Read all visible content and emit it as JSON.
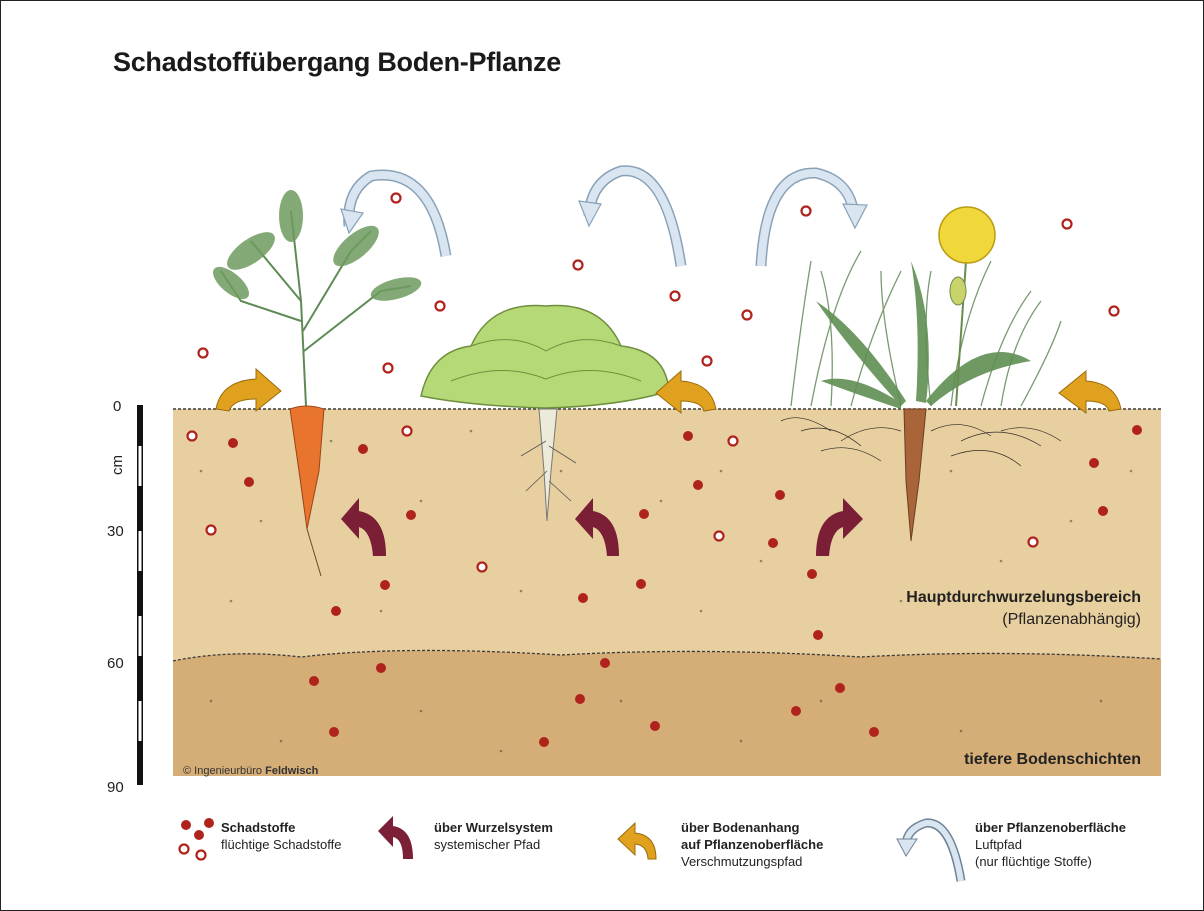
{
  "title": "Schadstoffübergang Boden-Pflanze",
  "scale": {
    "unit": "cm",
    "ticks": [
      "0",
      "30",
      "60",
      "90"
    ]
  },
  "zones": {
    "root_zone": "Hauptdurchwurzelungsbereich",
    "root_zone_note": "(Pflanzenabhängig)",
    "deep_layers": "tiefere Bodenschichten"
  },
  "copyright": {
    "prefix": "© Ingenieurbüro",
    "company": "Feldwisch"
  },
  "legend": {
    "pollutants": "Schadstoffe",
    "volatile": "flüchtige Schadstoffe",
    "root_title": "über Wurzelsystem",
    "root_sub": "systemischer Pfad",
    "soil_title_1": "über Bodenanhang",
    "soil_title_2": "auf Pflanzenoberfläche",
    "soil_sub": "Verschmutzungspfad",
    "air_title": "über Pflanzenoberfläche",
    "air_sub_1": "Luftpfad",
    "air_sub_2": "(nur flüchtige Stoffe)"
  },
  "colors": {
    "pollutant": "#b0231d",
    "root_arrow": "#7a1f35",
    "soil_arrow": "#e0a21e",
    "air_arrow": "#d9e6f2",
    "topsoil": "#e8cfa0",
    "subsoil": "#d5ad76",
    "carrot": "#e8742e",
    "lettuce": "#b6d977",
    "dandelion_flower": "#f1d83a"
  }
}
